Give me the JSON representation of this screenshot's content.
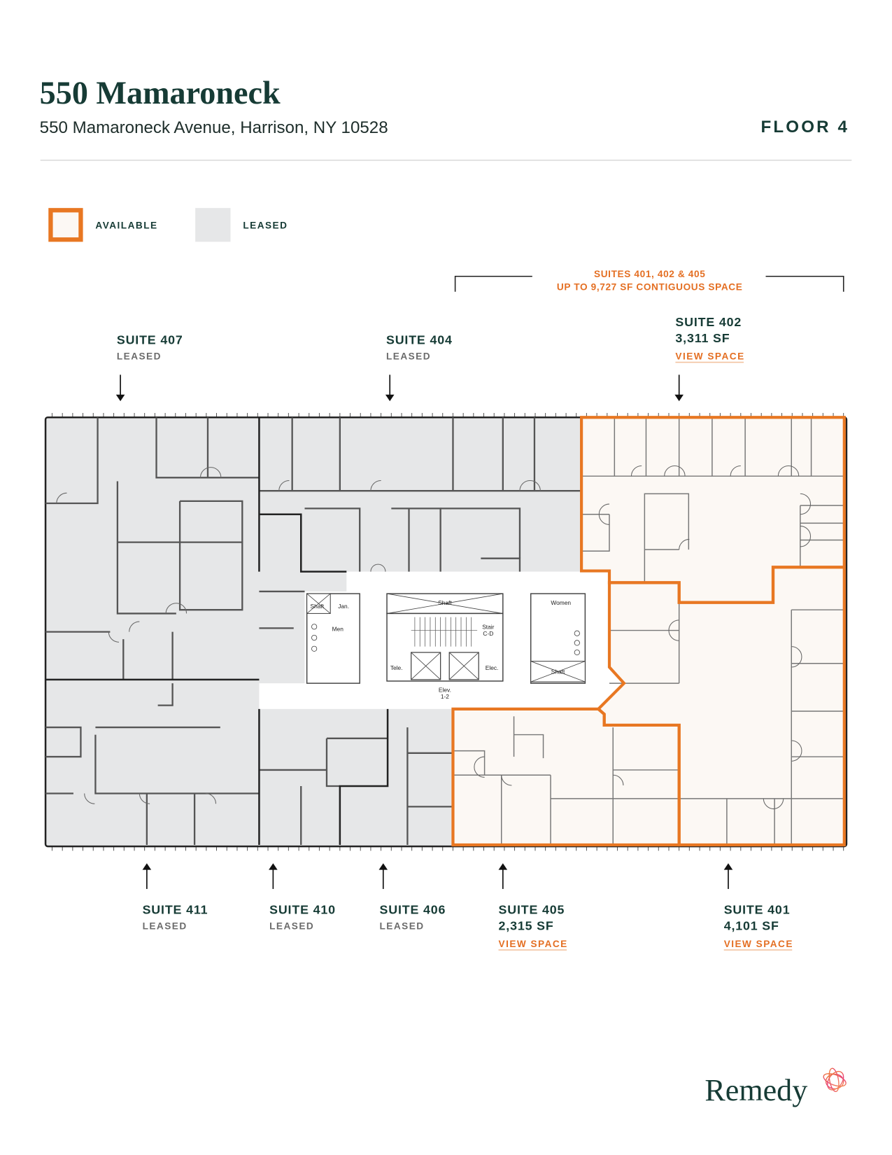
{
  "header": {
    "title": "550 Mamaroneck",
    "address": "550 Mamaroneck Avenue, Harrison, NY 10528",
    "floor": "FLOOR 4"
  },
  "legend": {
    "available": "AVAILABLE",
    "leased": "LEASED"
  },
  "colors": {
    "available_outline": "#e87722",
    "available_fill": "#fcf8f4",
    "leased_fill": "#e6e7e8",
    "text_dark": "#163b35",
    "accent": "#e46f23"
  },
  "contiguous_callout": {
    "line1": "SUITES 401, 402 & 405",
    "line2": "UP TO 9,727 SF CONTIGUOUS SPACE"
  },
  "suites": {
    "s407": {
      "name": "SUITE 407",
      "status": "LEASED"
    },
    "s404": {
      "name": "SUITE 404",
      "status": "LEASED"
    },
    "s402": {
      "name": "SUITE 402",
      "size": "3,311 SF",
      "link": "VIEW SPACE"
    },
    "s411": {
      "name": "SUITE 411",
      "status": "LEASED"
    },
    "s410": {
      "name": "SUITE 410",
      "status": "LEASED"
    },
    "s406": {
      "name": "SUITE 406",
      "status": "LEASED"
    },
    "s405": {
      "name": "SUITE 405",
      "size": "2,315 SF",
      "link": "VIEW SPACE"
    },
    "s401": {
      "name": "SUITE 401",
      "size": "4,101 SF",
      "link": "VIEW SPACE"
    }
  },
  "core_labels": {
    "shaft": "Shaft",
    "jan": "Jan.",
    "men": "Men",
    "women": "Women",
    "stair_1": "Stair",
    "stair_2": "C-D",
    "tele": "Tele.",
    "elec": "Elec.",
    "elev_1": "Elev.",
    "elev_2": "1-2"
  },
  "logo": {
    "text": "Remedy"
  }
}
